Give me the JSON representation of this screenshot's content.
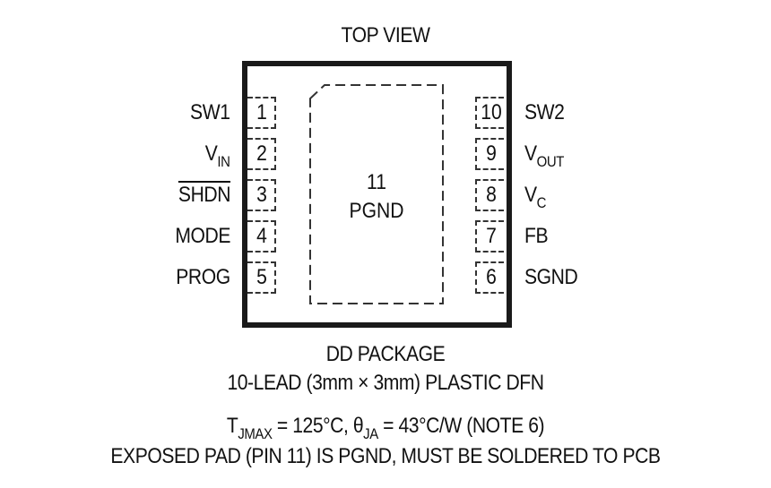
{
  "title": "TOP VIEW",
  "package": {
    "exposed_pad": {
      "number": "11",
      "name": "PGND"
    },
    "left_pins": [
      {
        "number": "1",
        "name": "SW1",
        "main": "SW1",
        "sub": "",
        "overbar": false
      },
      {
        "number": "2",
        "name": "VIN",
        "main": "V",
        "sub": "IN",
        "overbar": false
      },
      {
        "number": "3",
        "name": "SHDN",
        "main": "SHDN",
        "sub": "",
        "overbar": true
      },
      {
        "number": "4",
        "name": "MODE",
        "main": "MODE",
        "sub": "",
        "overbar": false
      },
      {
        "number": "5",
        "name": "PROG",
        "main": "PROG",
        "sub": "",
        "overbar": false
      }
    ],
    "right_pins": [
      {
        "number": "10",
        "name": "SW2",
        "main": "SW2",
        "sub": ""
      },
      {
        "number": "9",
        "name": "VOUT",
        "main": "V",
        "sub": "OUT"
      },
      {
        "number": "8",
        "name": "VC",
        "main": "V",
        "sub": "C"
      },
      {
        "number": "7",
        "name": "FB",
        "main": "FB",
        "sub": ""
      },
      {
        "number": "6",
        "name": "SGND",
        "main": "SGND",
        "sub": ""
      }
    ]
  },
  "captions": {
    "package_name": "DD PACKAGE",
    "package_desc": "10-LEAD (3mm × 3mm) PLASTIC DFN",
    "thermal": {
      "tj_symbol": "T",
      "tj_sub": "JMAX",
      "tj_value": " = 125°C, ",
      "theta_symbol": "θ",
      "theta_sub": "JA",
      "theta_value": " = 43°C/W (NOTE 6)"
    },
    "exposed_pad_note": "EXPOSED PAD (PIN 11) IS PGND, MUST BE SOLDERED TO PCB"
  }
}
